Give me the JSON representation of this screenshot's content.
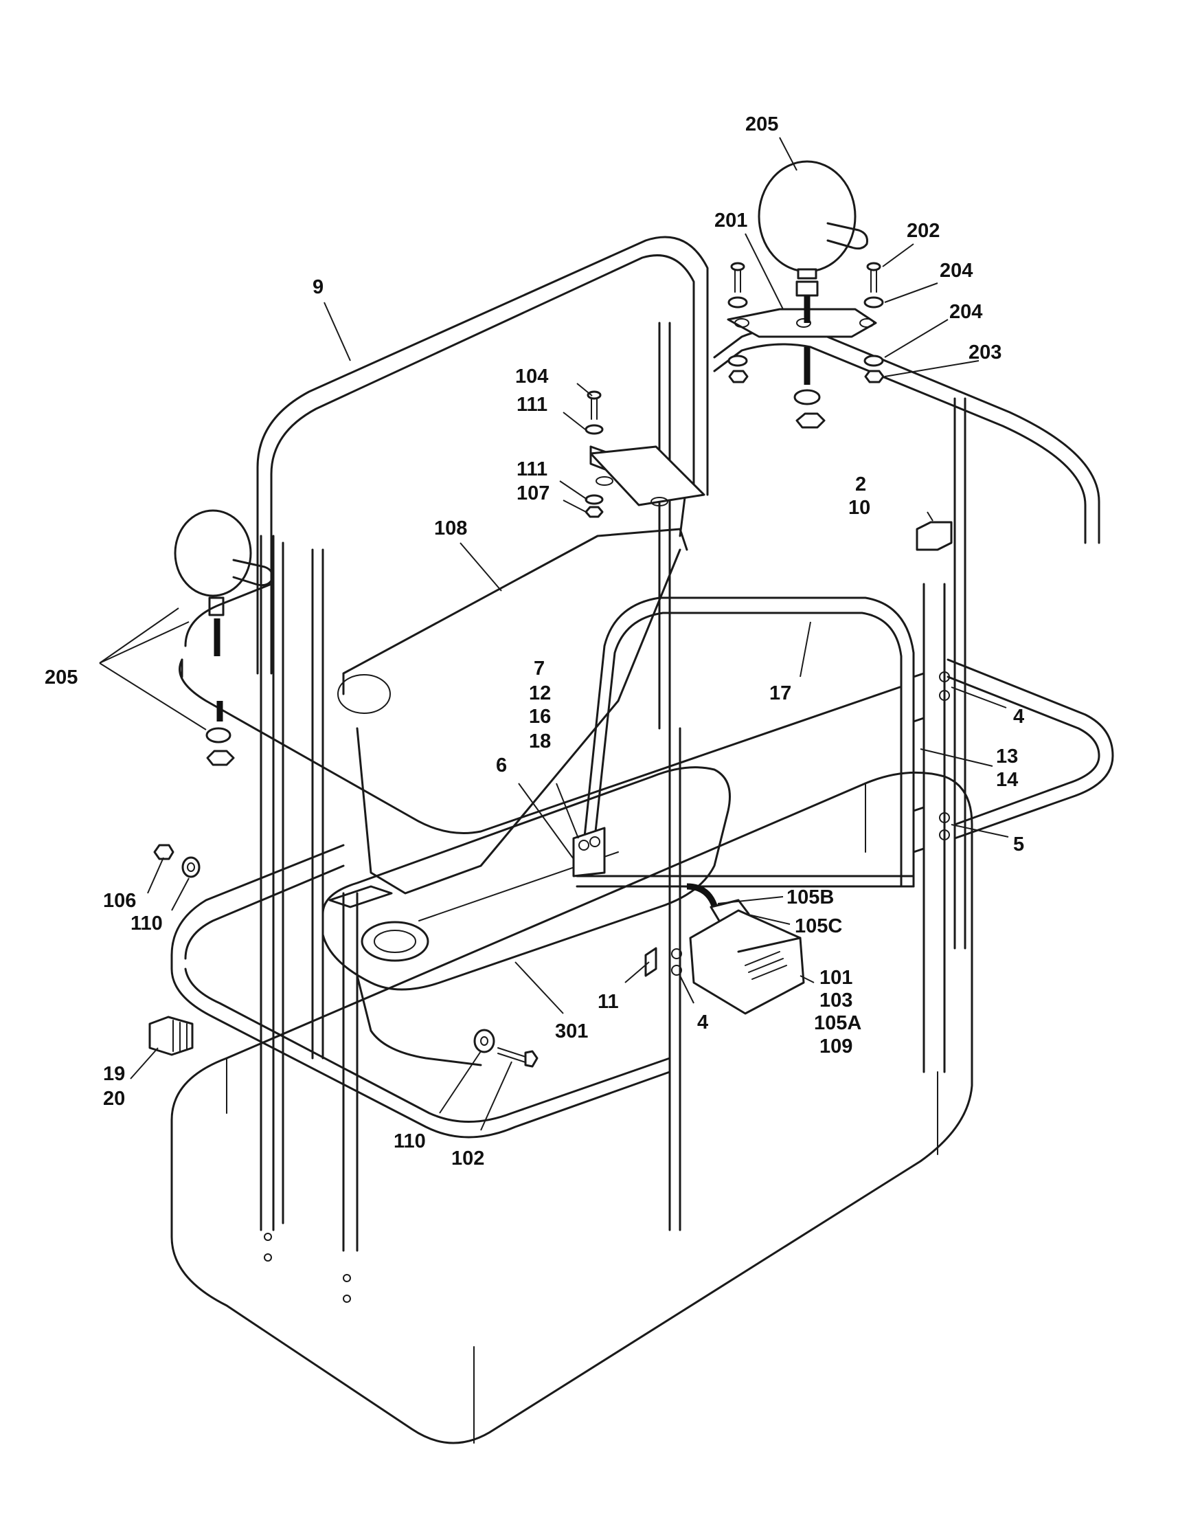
{
  "callouts": {
    "c205_top": "205",
    "c201": "201",
    "c202": "202",
    "c204a": "204",
    "c204b": "204",
    "c203": "203",
    "c9": "9",
    "c104": "104",
    "c111a": "111",
    "c111b": "111",
    "c107": "107",
    "c2": "2",
    "c10": "10",
    "c108": "108",
    "c205_left": "205",
    "c17": "17",
    "c7": "7",
    "c12": "12",
    "c16": "16",
    "c18": "18",
    "c4a": "4",
    "c6": "6",
    "c13": "13",
    "c14": "14",
    "c5": "5",
    "c106": "106",
    "c110a": "110",
    "c105B": "105B",
    "c105C": "105C",
    "c101": "101",
    "c103": "103",
    "c105A": "105A",
    "c109": "109",
    "c11": "11",
    "c4b": "4",
    "c301": "301",
    "c19": "19",
    "c20": "20",
    "c110b": "110",
    "c102": "102"
  }
}
